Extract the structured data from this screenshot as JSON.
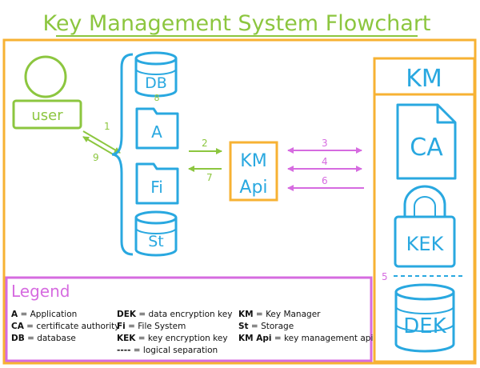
{
  "title": "Key Management System Flowchart",
  "user": {
    "label": "user"
  },
  "stores": [
    {
      "label": "DB",
      "shape": "database"
    },
    {
      "label": "A",
      "shape": "folder"
    },
    {
      "label": "Fi",
      "shape": "folder"
    },
    {
      "label": "St",
      "shape": "database"
    }
  ],
  "kmapi": {
    "line1": "KM",
    "line2": "Api"
  },
  "km": {
    "title": "KM",
    "ca": "CA",
    "kek": "KEK",
    "dek": "DEK"
  },
  "steps": {
    "s1": "1",
    "s2": "2",
    "s3": "3",
    "s4": "4",
    "s5": "5",
    "s6": "6",
    "s7": "7",
    "s8": "8",
    "s9": "9"
  },
  "legend": {
    "title": "Legend",
    "col1": [
      {
        "term": "A",
        "def": " = Application"
      },
      {
        "term": "CA",
        "def": " = certificate authority"
      },
      {
        "term": "DB",
        "def": " = database"
      }
    ],
    "col2": [
      {
        "term": "DEK",
        "def": " = data encryption key"
      },
      {
        "term": "Fi",
        "def": " = File System"
      },
      {
        "term": "KEK",
        "def": " = key encryption key"
      },
      {
        "term": "----",
        "def": " = logical separation"
      }
    ],
    "col3": [
      {
        "term": "KM",
        "def": " = Key Manager"
      },
      {
        "term": "St",
        "def": " = Storage"
      },
      {
        "term": "KM Api",
        "def": " = key management api"
      }
    ]
  },
  "colors": {
    "green": "#8cc63f",
    "blue": "#29a8e0",
    "orange": "#f7b233",
    "magenta": "#d66be0",
    "text": "#111111"
  },
  "icons": {
    "user": "user-icon",
    "database": "database-icon",
    "folder": "folder-icon",
    "document": "document-icon",
    "lock": "lock-icon"
  }
}
